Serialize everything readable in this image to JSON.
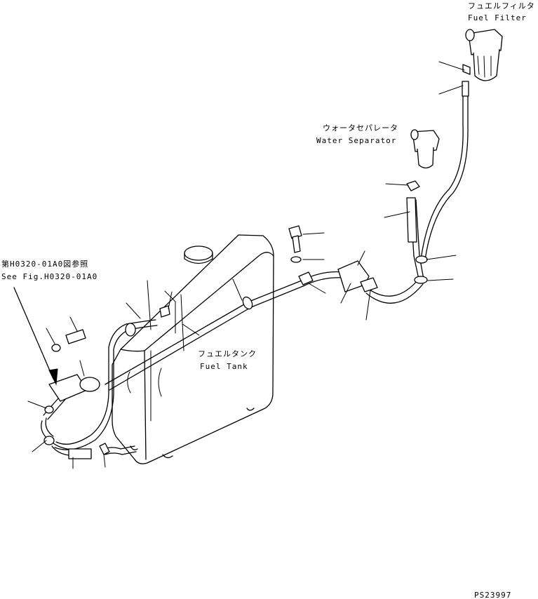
{
  "labels": {
    "fuel_filter_jp": "フュエルフィルタ",
    "fuel_filter_en": "Fuel Filter",
    "water_separator_jp": "ウォータセパレータ",
    "water_separator_en": "Water Separator",
    "fuel_tank_jp": "フュエルタンク",
    "fuel_tank_en": "Fuel Tank",
    "see_fig_jp": "第H0320-01A0図参照",
    "see_fig_en": "See Fig.H0320-01A0",
    "drawing_number": "PS23997"
  }
}
